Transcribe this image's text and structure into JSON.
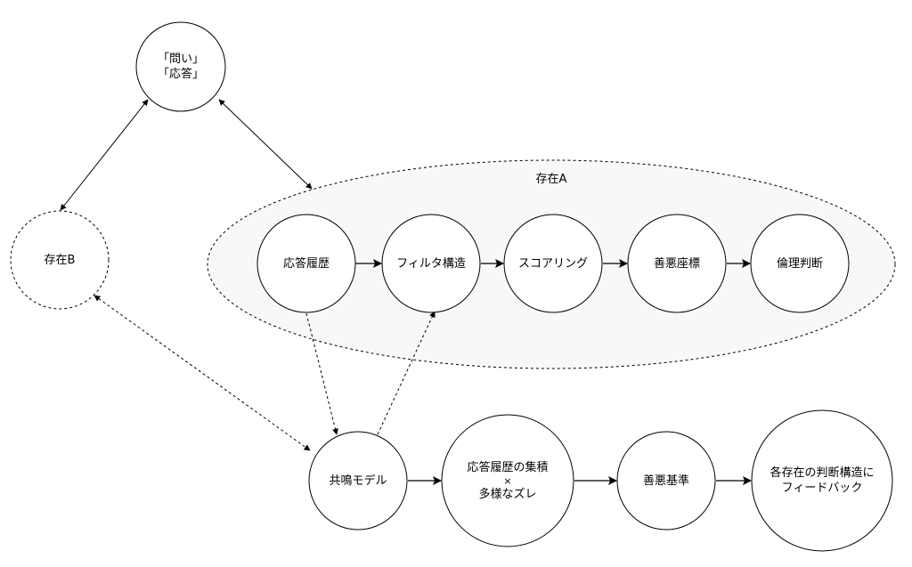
{
  "colors": {
    "stroke": "#000000",
    "fill": "#ffffff",
    "group_fill": "#f8f8f8"
  },
  "group": {
    "label": "存在A"
  },
  "nodes": {
    "question": {
      "lines": [
        "「問い」",
        "「応答」"
      ]
    },
    "beingB": {
      "lines": [
        "存在B"
      ]
    },
    "resp_history": {
      "lines": [
        "応答履歴"
      ]
    },
    "filter": {
      "lines": [
        "フィルタ構造"
      ]
    },
    "scoring": {
      "lines": [
        "スコアリング"
      ]
    },
    "good_evil_coord": {
      "lines": [
        "善悪座標"
      ]
    },
    "ethics": {
      "lines": [
        "倫理判断"
      ]
    },
    "resonance": {
      "lines": [
        "共鳴モデル"
      ]
    },
    "accumulation": {
      "lines": [
        "応答履歴の集積",
        "×",
        "多様なズレ"
      ]
    },
    "standard": {
      "lines": [
        "善悪基準"
      ]
    },
    "feedback": {
      "lines": [
        "各存在の判断構造に",
        "フィードバック"
      ]
    }
  }
}
